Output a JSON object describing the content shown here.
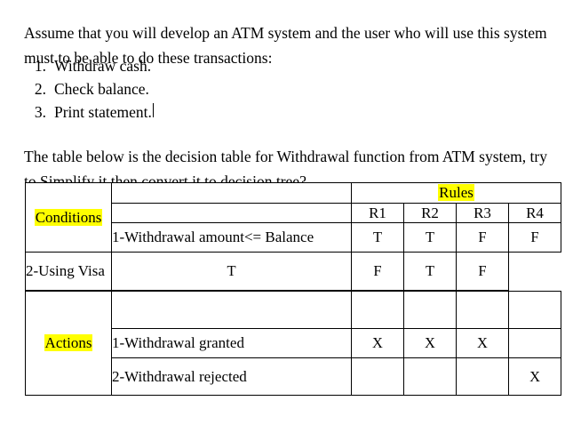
{
  "document": {
    "intro_paragraph": "Assume that you will develop an ATM system and the user who will use this system must to be able to do these transactions:",
    "task_list": [
      {
        "number": "1.",
        "text": "Withdraw cash."
      },
      {
        "number": "2.",
        "text": "Check balance."
      },
      {
        "number": "3.",
        "text": "Print statement."
      }
    ],
    "lead_paragraph": "The table below is the decision table for Withdrawal function from ATM system, try to Simplify it then convert it to decision tree?"
  },
  "decision_table": {
    "rules_header": "Rules",
    "rule_columns": [
      "R1",
      "R2",
      "R3",
      "R4"
    ],
    "groups": {
      "conditions_label": "Conditions",
      "actions_label": "Actions"
    },
    "conditions": [
      {
        "label": "1-Withdrawal amount<= Balance",
        "values": [
          "T",
          "T",
          "F",
          "F"
        ]
      },
      {
        "label": "2-Using Visa",
        "values": [
          "T",
          "F",
          "T",
          "F"
        ]
      }
    ],
    "actions": [
      {
        "label": "1-Withdrawal granted",
        "values": [
          "X",
          "X",
          "X",
          ""
        ]
      },
      {
        "label": "2-Withdrawal rejected",
        "values": [
          "",
          "",
          "",
          "X"
        ]
      }
    ],
    "empty_label": ""
  },
  "colors": {
    "highlight": "#ffff00",
    "border": "#000000",
    "text": "#000000",
    "background": "#ffffff"
  }
}
